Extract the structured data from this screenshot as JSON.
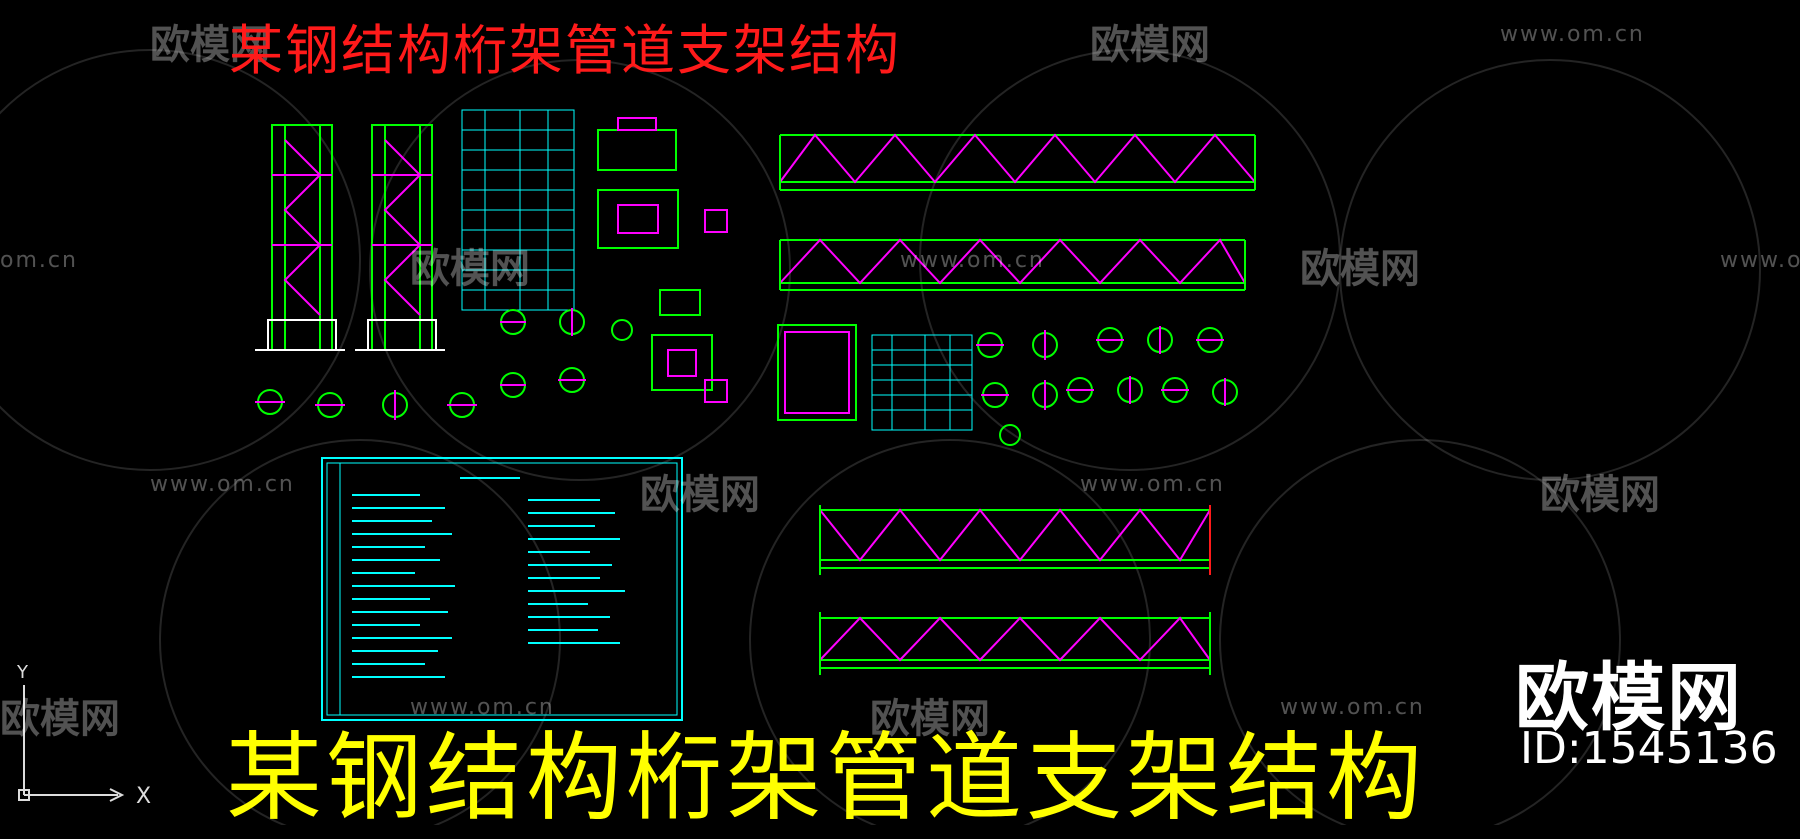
{
  "title_top": "某钢结构桁架管道支架结构",
  "title_bottom": "某钢结构桁架管道支架结构",
  "brand": {
    "logo_text": "欧模网",
    "id_text": "ID:1545136"
  },
  "watermarks": {
    "logo_text": "欧模网",
    "url_text": "www.om.cn",
    "url_partial": "om.cn"
  },
  "ucs": {
    "y_label": "Y",
    "x_label": "X"
  },
  "colors": {
    "background": "#000000",
    "title_top": "#ff1a1a",
    "title_bottom": "#ffff00",
    "cad_green": "#00ff00",
    "cad_magenta": "#ff00ff",
    "cad_cyan": "#00ffff",
    "cad_white": "#ffffff"
  }
}
